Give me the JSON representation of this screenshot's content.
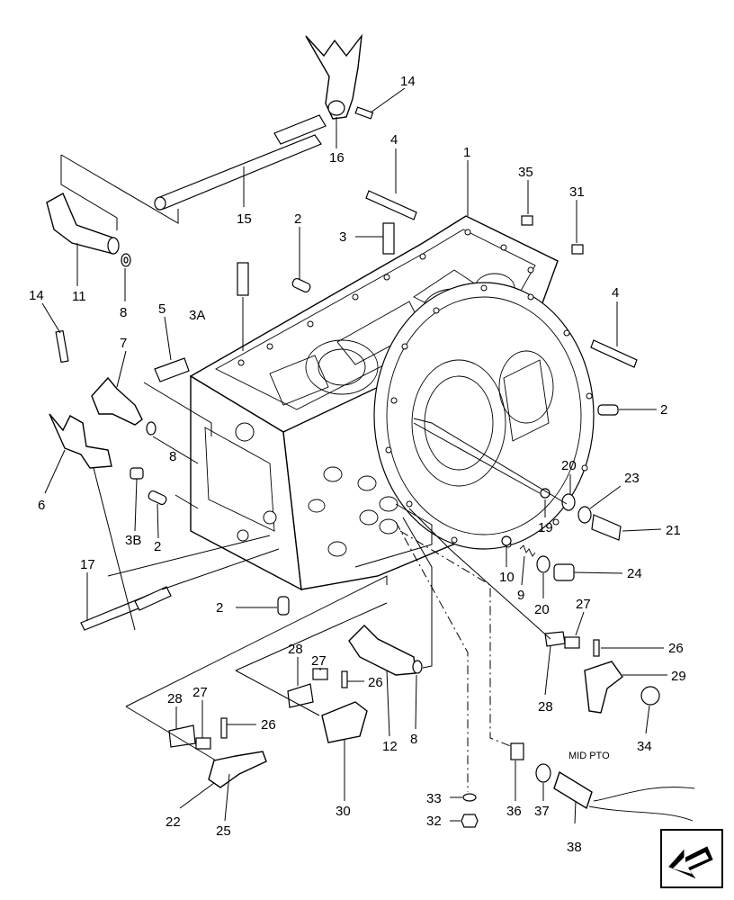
{
  "diagram": {
    "callouts": [
      "1",
      "2",
      "3",
      "3A",
      "3B",
      "4",
      "5",
      "6",
      "7",
      "8",
      "9",
      "10",
      "11",
      "12",
      "14",
      "15",
      "16",
      "17",
      "19",
      "20",
      "21",
      "22",
      "23",
      "24",
      "25",
      "26",
      "27",
      "28",
      "29",
      "30",
      "31",
      "32",
      "33",
      "34",
      "35",
      "36",
      "37",
      "38"
    ],
    "note": "MID PTO"
  },
  "nav": {
    "icon": "arrow-next-icon"
  }
}
